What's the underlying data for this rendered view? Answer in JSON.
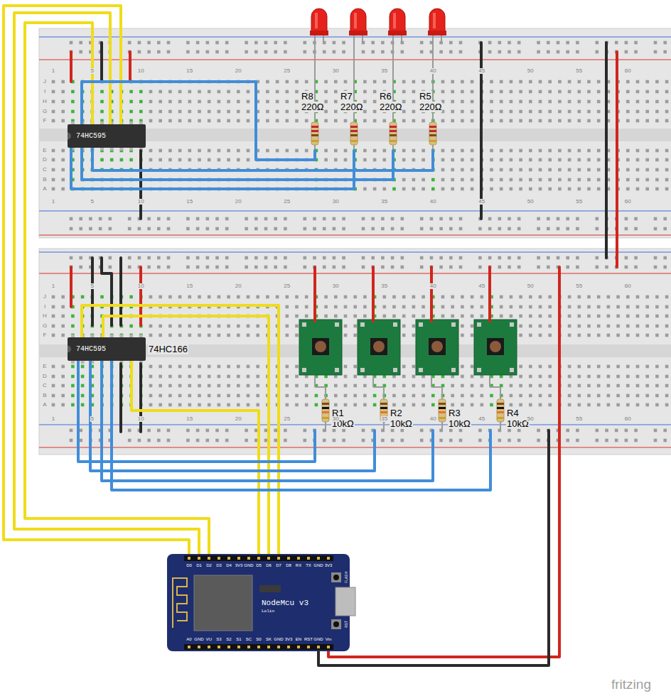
{
  "diagram": {
    "nodes": [
      {
        "text": [
          "74HC595"
        ]
      },
      {
        "text": [
          "R8",
          "220Ω"
        ]
      },
      {
        "text": [
          "R7",
          "220Ω"
        ]
      },
      {
        "text": [
          "R6",
          "220Ω"
        ]
      },
      {
        "text": [
          "R5",
          "220Ω"
        ]
      },
      {
        "text": [
          "74HC595",
          "74HC166"
        ]
      },
      {
        "text": [
          "R1",
          "10kΩ"
        ]
      },
      {
        "text": [
          "R2",
          "10kΩ"
        ]
      },
      {
        "text": [
          "R3",
          "10kΩ"
        ]
      },
      {
        "text": [
          "R4",
          "10kΩ"
        ]
      },
      {
        "text": [
          "NodeMcu v3",
          "Lolin"
        ]
      }
    ],
    "edges": [
      {
        "from": 0,
        "to": 10,
        "arrow": "none"
      },
      {
        "from": 0,
        "to": 10,
        "arrow": "none"
      },
      {
        "from": 0,
        "to": 10,
        "arrow": "none"
      },
      {
        "from": 0,
        "to": 1,
        "arrow": "none"
      },
      {
        "from": 0,
        "to": 2,
        "arrow": "none"
      },
      {
        "from": 0,
        "to": 3,
        "arrow": "none"
      },
      {
        "from": 0,
        "to": 4,
        "arrow": "none"
      },
      {
        "from": 5,
        "to": 10,
        "arrow": "none"
      },
      {
        "from": 5,
        "to": 10,
        "arrow": "none"
      },
      {
        "from": 5,
        "to": 10,
        "arrow": "none"
      },
      {
        "from": 5,
        "to": 6,
        "arrow": "none"
      },
      {
        "from": 5,
        "to": 7,
        "arrow": "none"
      },
      {
        "from": 5,
        "to": 8,
        "arrow": "none"
      },
      {
        "from": 5,
        "to": 9,
        "arrow": "none"
      }
    ],
    "labels": [
      "1",
      "5",
      "10",
      "15",
      "20",
      "25",
      "30",
      "35",
      "40",
      "45",
      "50",
      "55",
      "60",
      "1",
      "5",
      "10",
      "15",
      "20",
      "25",
      "30",
      "35",
      "40",
      "45",
      "50",
      "55",
      "60",
      "1",
      "5",
      "10",
      "15",
      "20",
      "25",
      "30",
      "35",
      "40",
      "45",
      "50",
      "55",
      "60",
      "1",
      "5",
      "10",
      "15",
      "20",
      "25",
      "30",
      "35",
      "40",
      "45",
      "50",
      "55",
      "60",
      "J",
      "I",
      "H",
      "G",
      "F",
      "E",
      "D",
      "C",
      "B",
      "A",
      "J",
      "I",
      "H",
      "G",
      "F",
      "E",
      "D",
      "C",
      "B",
      "A",
      "D0",
      "D1",
      "D2",
      "D3",
      "D4",
      "3V3",
      "GND",
      "D5",
      "D6",
      "D7",
      "D8",
      "RX",
      "TX",
      "GND",
      "3V3",
      "A0",
      "GND",
      "VU",
      "S3",
      "S2",
      "S1",
      "SC",
      "S0",
      "SK",
      "GND",
      "3V3",
      "EN",
      "RST",
      "GND",
      "Vin",
      "FLASH",
      "RST",
      "fritzing"
    ]
  }
}
